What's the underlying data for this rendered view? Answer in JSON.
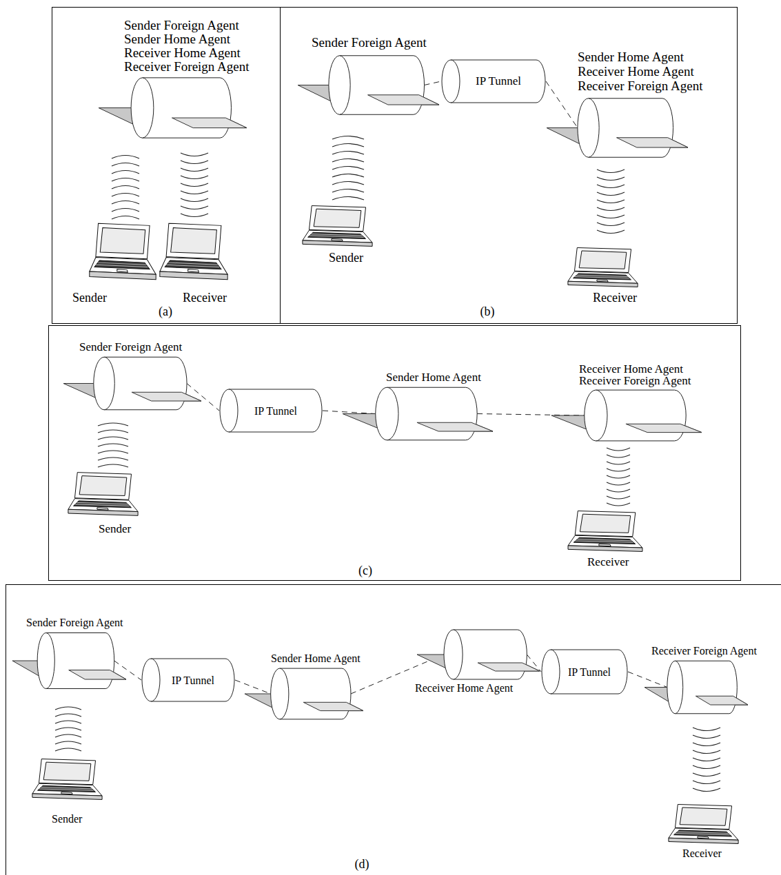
{
  "diagram": {
    "nodes": [
      {
        "text": [
          "(a)"
        ]
      },
      {
        "text": [
          "Sender Foreign Agent",
          "Sender Home Agent",
          "Receiver Home Agent",
          "Receiver Foreign Agent"
        ],
        "in": 0
      },
      {
        "text": [
          "Sender"
        ],
        "in": 0
      },
      {
        "text": [
          "Receiver"
        ],
        "in": 0
      },
      {
        "text": [
          "(b)"
        ]
      },
      {
        "text": [
          "Sender Foreign Agent"
        ],
        "in": 4
      },
      {
        "text": [
          "IP Tunnel"
        ],
        "in": 4
      },
      {
        "text": [
          "Sender Home Agent",
          "Receiver Home Agent",
          "Receiver Foreign Agent"
        ],
        "in": 4
      },
      {
        "text": [
          "Sender"
        ],
        "in": 4
      },
      {
        "text": [
          "Receiver"
        ],
        "in": 4
      },
      {
        "text": [
          "(c)"
        ]
      },
      {
        "text": [
          "Sender Foreign Agent"
        ],
        "in": 10
      },
      {
        "text": [
          "IP Tunnel"
        ],
        "in": 10
      },
      {
        "text": [
          "Sender Home Agent"
        ],
        "in": 10
      },
      {
        "text": [
          "Receiver Home Agent",
          "Receiver Foreign Agent"
        ],
        "in": 10
      },
      {
        "text": [
          "Sender"
        ],
        "in": 10
      },
      {
        "text": [
          "Receiver"
        ],
        "in": 10
      },
      {
        "text": [
          "(d)"
        ]
      },
      {
        "text": [
          "Sender Foreign Agent"
        ],
        "in": 17
      },
      {
        "text": [
          "IP Tunnel"
        ],
        "in": 17
      },
      {
        "text": [
          "Sender Home Agent"
        ],
        "in": 17
      },
      {
        "text": [
          "Receiver Home Agent"
        ],
        "in": 17
      },
      {
        "text": [
          "IP Tunnel"
        ],
        "in": 17
      },
      {
        "text": [
          "Receiver Foreign Agent"
        ],
        "in": 17
      },
      {
        "text": [
          "Sender"
        ],
        "in": 17
      },
      {
        "text": [
          "Receiver"
        ],
        "in": 17
      }
    ],
    "edges": [
      {
        "from": 5,
        "to": 6,
        "arrow": "none"
      },
      {
        "from": 6,
        "to": 7,
        "arrow": "none"
      },
      {
        "from": 11,
        "to": 12,
        "arrow": "none"
      },
      {
        "from": 12,
        "to": 13,
        "arrow": "none"
      },
      {
        "from": 13,
        "to": 14,
        "arrow": "none"
      },
      {
        "from": 18,
        "to": 19,
        "arrow": "none"
      },
      {
        "from": 19,
        "to": 20,
        "arrow": "none"
      },
      {
        "from": 20,
        "to": 21,
        "arrow": "none"
      },
      {
        "from": 21,
        "to": 22,
        "arrow": "none"
      },
      {
        "from": 22,
        "to": 23,
        "arrow": "none"
      }
    ]
  }
}
